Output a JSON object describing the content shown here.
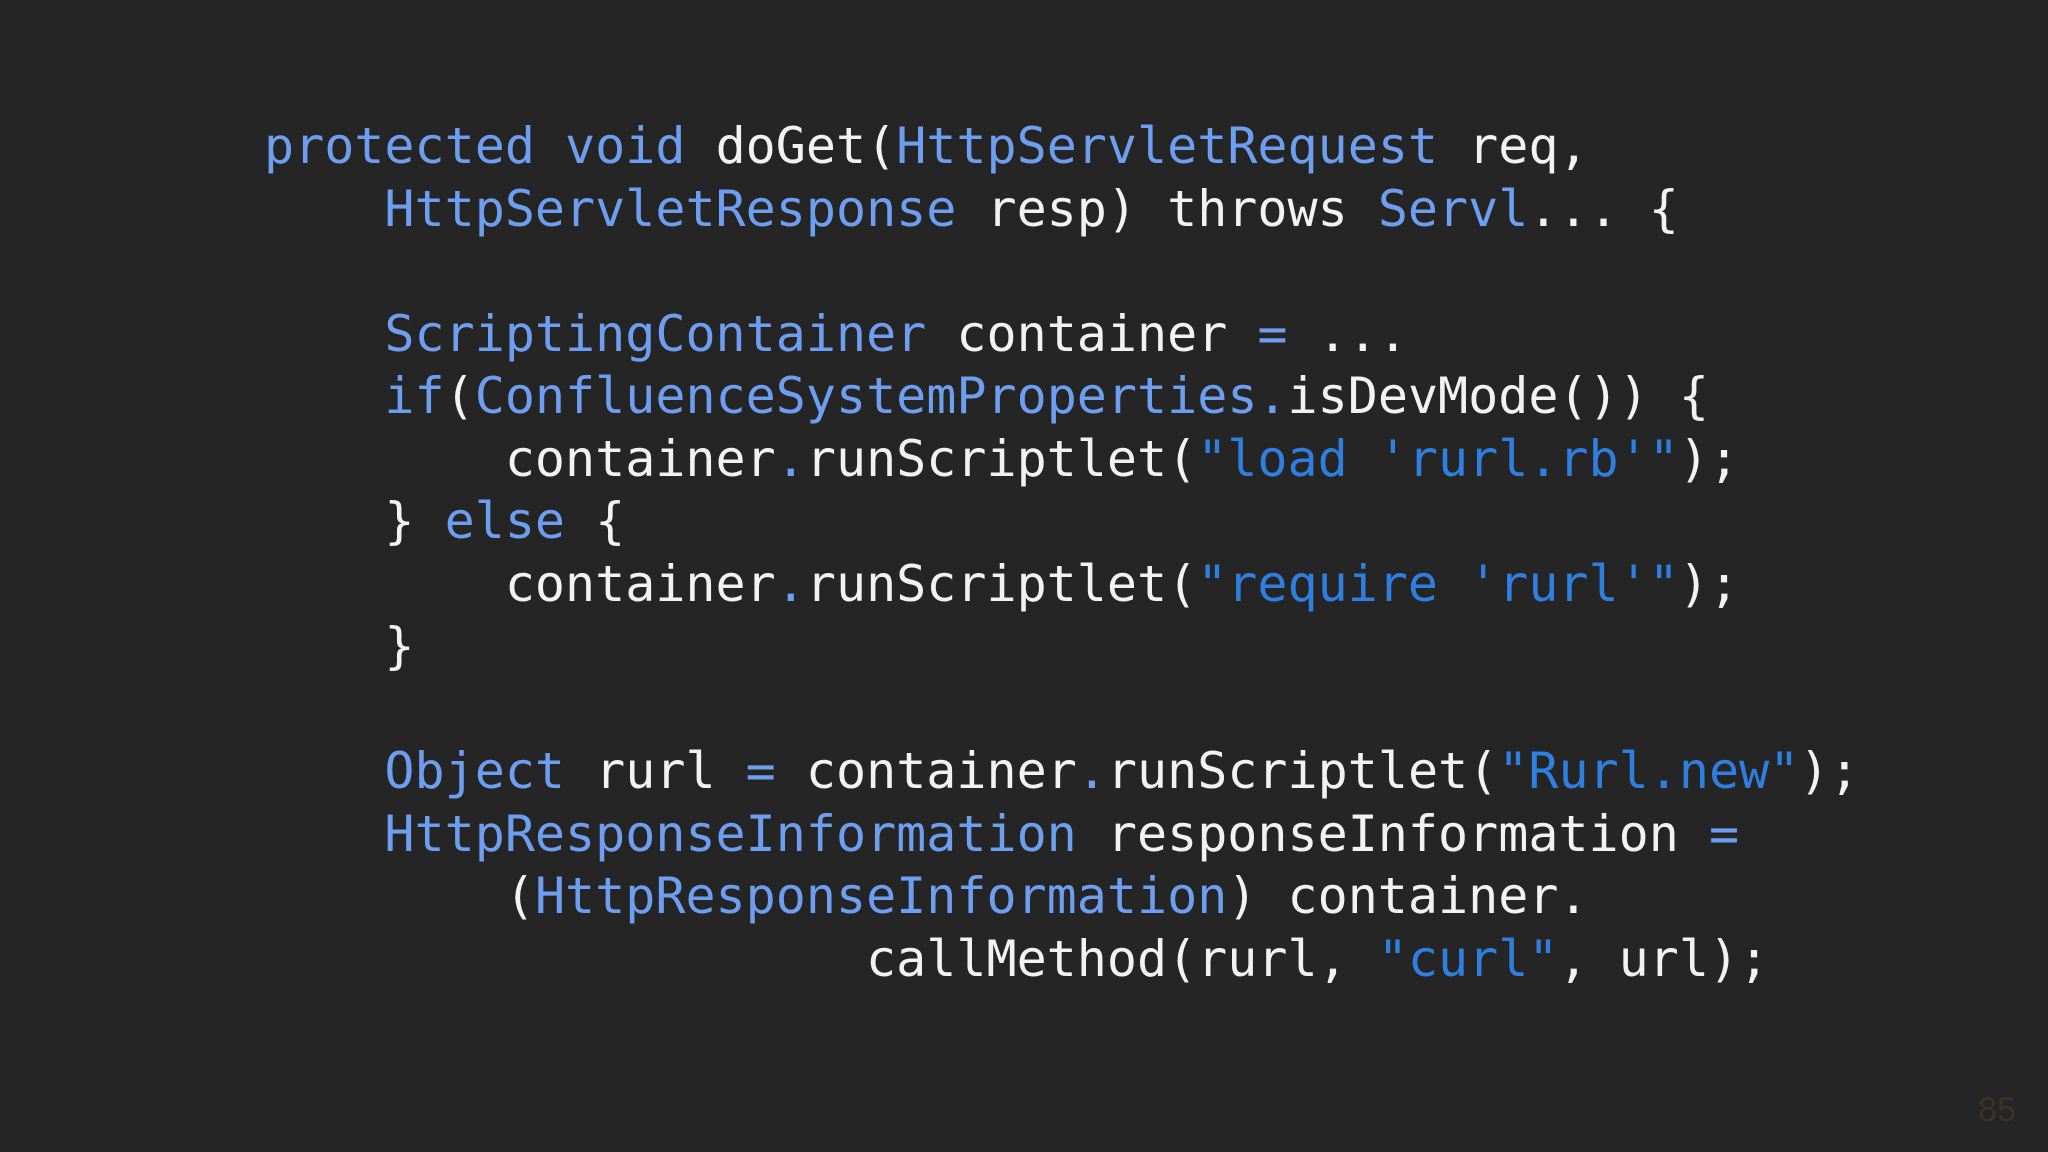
{
  "slide": {
    "page_number": "85"
  },
  "code": {
    "lines": [
      [
        {
          "text": "protected",
          "kind": "keyword"
        },
        {
          "text": " ",
          "kind": "text"
        },
        {
          "text": "void",
          "kind": "keyword"
        },
        {
          "text": " doGet(",
          "kind": "text"
        },
        {
          "text": "HttpServletRequest",
          "kind": "type"
        },
        {
          "text": " req,",
          "kind": "text"
        }
      ],
      [
        {
          "text": "    ",
          "kind": "text"
        },
        {
          "text": "HttpServletResponse",
          "kind": "type"
        },
        {
          "text": " resp) throws ",
          "kind": "text"
        },
        {
          "text": "Servl",
          "kind": "type"
        },
        {
          "text": "... {",
          "kind": "text"
        }
      ],
      [],
      [
        {
          "text": "    ",
          "kind": "text"
        },
        {
          "text": "ScriptingContainer",
          "kind": "type"
        },
        {
          "text": " container ",
          "kind": "text"
        },
        {
          "text": "=",
          "kind": "keyword"
        },
        {
          "text": " ...",
          "kind": "text"
        }
      ],
      [
        {
          "text": "    ",
          "kind": "text"
        },
        {
          "text": "if",
          "kind": "keyword"
        },
        {
          "text": "(",
          "kind": "text"
        },
        {
          "text": "ConfluenceSystemProperties",
          "kind": "type"
        },
        {
          "text": ".",
          "kind": "keyword"
        },
        {
          "text": "isDevMode()) {",
          "kind": "text"
        }
      ],
      [
        {
          "text": "        container",
          "kind": "text"
        },
        {
          "text": ".",
          "kind": "keyword"
        },
        {
          "text": "runScriptlet(",
          "kind": "text"
        },
        {
          "text": "\"load 'rurl.rb'\"",
          "kind": "string"
        },
        {
          "text": ");",
          "kind": "text"
        }
      ],
      [
        {
          "text": "    } ",
          "kind": "text"
        },
        {
          "text": "else",
          "kind": "keyword"
        },
        {
          "text": " {",
          "kind": "text"
        }
      ],
      [
        {
          "text": "        container",
          "kind": "text"
        },
        {
          "text": ".",
          "kind": "keyword"
        },
        {
          "text": "runScriptlet(",
          "kind": "text"
        },
        {
          "text": "\"require 'rurl'\"",
          "kind": "string"
        },
        {
          "text": ");",
          "kind": "text"
        }
      ],
      [
        {
          "text": "    }",
          "kind": "text"
        }
      ],
      [],
      [
        {
          "text": "    ",
          "kind": "text"
        },
        {
          "text": "Object",
          "kind": "type"
        },
        {
          "text": " rurl ",
          "kind": "text"
        },
        {
          "text": "=",
          "kind": "keyword"
        },
        {
          "text": " container",
          "kind": "text"
        },
        {
          "text": ".",
          "kind": "keyword"
        },
        {
          "text": "runScriptlet(",
          "kind": "text"
        },
        {
          "text": "\"Rurl.new\"",
          "kind": "string"
        },
        {
          "text": ");",
          "kind": "text"
        }
      ],
      [
        {
          "text": "    ",
          "kind": "text"
        },
        {
          "text": "HttpResponseInformation",
          "kind": "type"
        },
        {
          "text": " responseInformation ",
          "kind": "text"
        },
        {
          "text": "=",
          "kind": "keyword"
        }
      ],
      [
        {
          "text": "        (",
          "kind": "text"
        },
        {
          "text": "HttpResponseInformation",
          "kind": "type"
        },
        {
          "text": ") container.",
          "kind": "text"
        }
      ],
      [
        {
          "text": "                    callMethod(rurl, ",
          "kind": "text"
        },
        {
          "text": "\"curl\"",
          "kind": "string"
        },
        {
          "text": ", url);",
          "kind": "text"
        }
      ]
    ]
  }
}
